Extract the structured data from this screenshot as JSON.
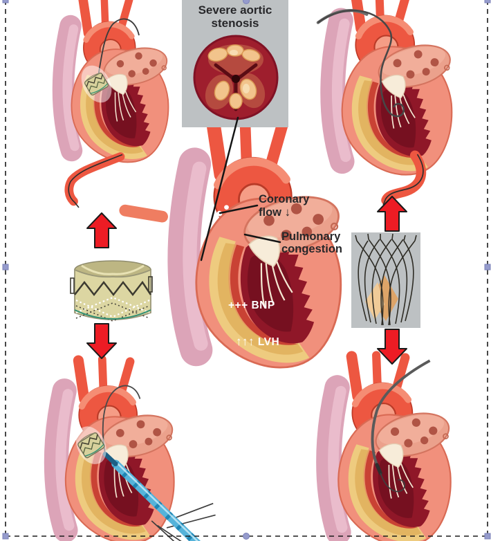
{
  "callout": {
    "severe_aortic_stenosis": "Severe aortic stenosis"
  },
  "labels": {
    "coronary_flow": "Coronary flow",
    "coronary_flow_arrow": "↓",
    "pulmonary_congestion": "Pulmonary congestion",
    "bnp": "+++ BNP",
    "lvh_arrows": "↑↑↑",
    "lvh": "LVH"
  },
  "illustrations": {
    "callout_image": "stenotic-aortic-valve-cross-section",
    "center_heart": "heart-with-severe-aortic-stenosis",
    "top_left_heart": "heart-deployed-tavr-valve-transfemoral",
    "top_right_heart": "heart-retrograde-catheter-crossing-valve",
    "bottom_left_heart": "heart-transapical-valve-delivery",
    "bottom_right_heart": "heart-transaortic-catheter-delivery",
    "left_device": "balloon-expandable-valve",
    "right_device": "self-expanding-valve"
  },
  "colors": {
    "arrow_red": "#ed1c24",
    "box_gray": "#bdc1c3",
    "text_dark": "#27272a",
    "text_white": "#ffffff",
    "selection_handle": "#959bcc"
  }
}
